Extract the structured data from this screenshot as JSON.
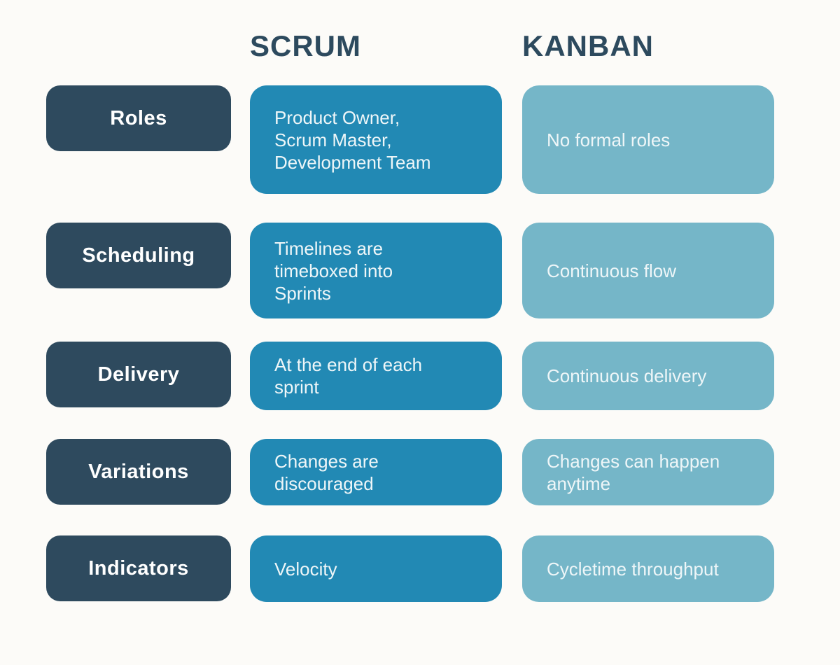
{
  "headers": {
    "scrum": "SCRUM",
    "kanban": "KANBAN"
  },
  "colors": {
    "background": "#fcfbf8",
    "label_box": "#2e4a5e",
    "scrum_box": "#2289b4",
    "kanban_box": "#75b6c8",
    "header_text": "#2d4a5e",
    "box_text": "#eef6f8",
    "label_text": "#ffffff"
  },
  "rows": [
    {
      "label": "Roles",
      "scrum": "Product Owner,\nScrum Master,\nDevelopment Team",
      "kanban": "No formal roles"
    },
    {
      "label": "Scheduling",
      "scrum": "Timelines are\ntimeboxed into\nSprints",
      "kanban": "Continuous flow"
    },
    {
      "label": "Delivery",
      "scrum": "At the end of each\nsprint",
      "kanban": "Continuous delivery"
    },
    {
      "label": "Variations",
      "scrum": "Changes are\ndiscouraged",
      "kanban": "Changes can happen\nanytime"
    },
    {
      "label": "Indicators",
      "scrum": "Velocity",
      "kanban": "Cycletime throughput"
    }
  ]
}
